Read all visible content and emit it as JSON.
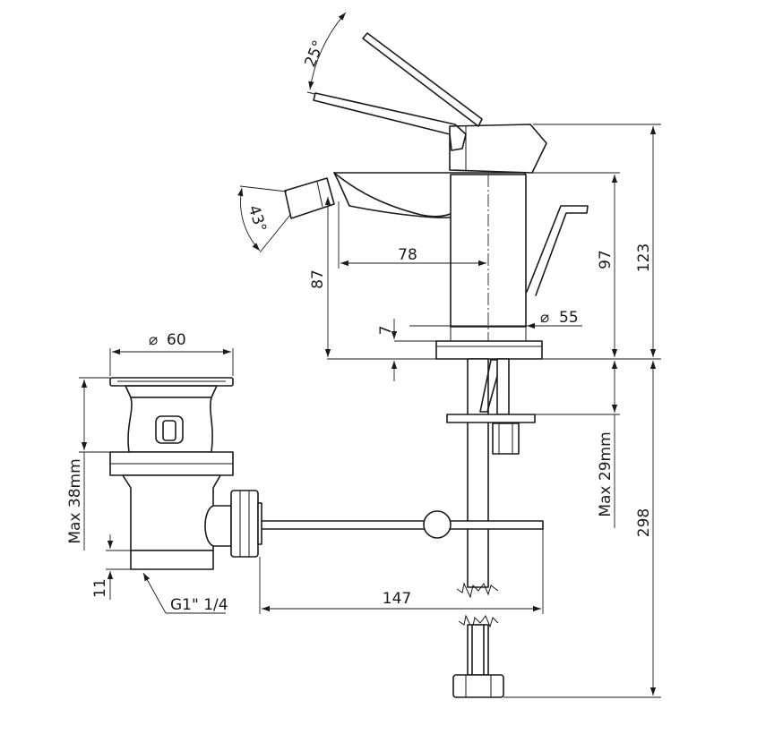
{
  "colors": {
    "line": "#1a1a1a",
    "background": "#ffffff"
  },
  "labels": {
    "angle_lever": "25°",
    "angle_spout": "43°",
    "spout_reach": "78",
    "spout_height": "87",
    "body_height": "97",
    "total_height": "123",
    "diameter_base": "55",
    "flange_thickness": "7",
    "diameter_waste": "60",
    "waste_max": "Max 38mm",
    "waste_thread_height": "11",
    "thread_size": "G1\" 1/4",
    "rod_length": "147",
    "counter_max": "Max 29mm",
    "below_height": "298"
  },
  "symbols": {
    "diameter": "⌀"
  }
}
